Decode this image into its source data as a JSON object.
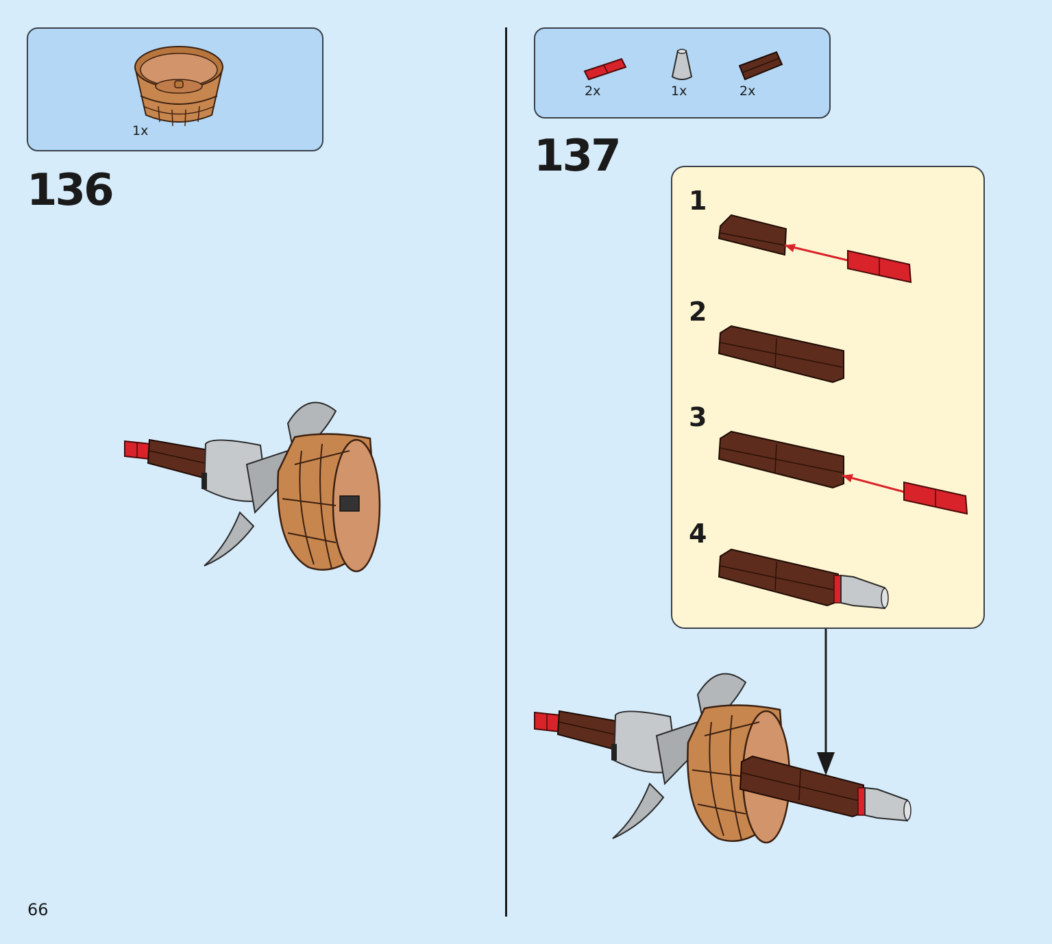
{
  "page": {
    "number": "66"
  },
  "colors": {
    "background": "#d6ecfb",
    "parts_box": "#b3d7f4",
    "sub_panel": "#fef6d2",
    "axle_red": "#d8232a",
    "brown": "#5e2c1c",
    "tan": "#c8864f",
    "gray": "#c6c9cc"
  },
  "step136": {
    "number": "136",
    "parts": [
      {
        "icon": "bucket-icon",
        "qty": "1x"
      }
    ]
  },
  "step137": {
    "number": "137",
    "parts": [
      {
        "icon": "red-axle-connector-icon",
        "qty": "2x"
      },
      {
        "icon": "gray-cone-icon",
        "qty": "1x"
      },
      {
        "icon": "brown-bar-icon",
        "qty": "2x"
      }
    ],
    "substeps": [
      {
        "number": "1"
      },
      {
        "number": "2"
      },
      {
        "number": "3"
      },
      {
        "number": "4"
      }
    ]
  }
}
